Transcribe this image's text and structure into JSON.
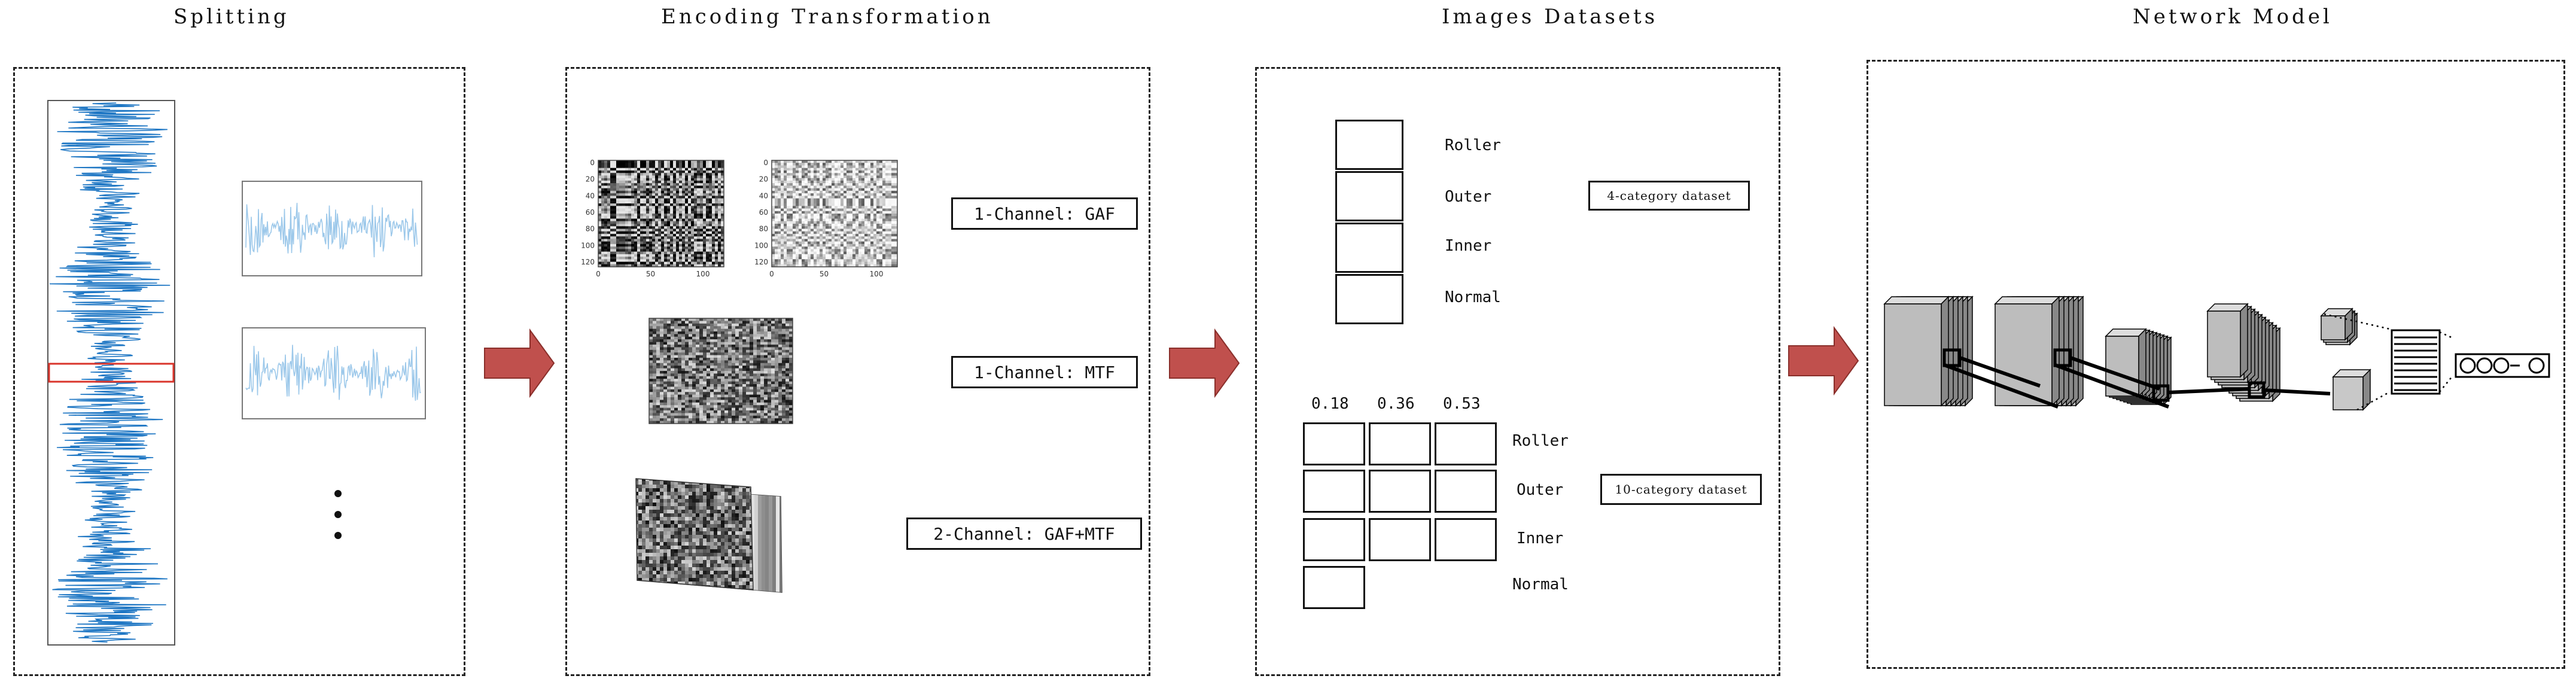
{
  "sections": {
    "splitting": "Splitting",
    "encoding": "Encoding Transformation",
    "datasets": "Images Datasets",
    "model": "Network Model"
  },
  "encoding": {
    "gaf_label": "1-Channel: GAF",
    "mtf_label": "1-Channel: MTF",
    "both_label": "2-Channel: GAF+MTF",
    "y_ticks": [
      "0",
      "20",
      "40",
      "60",
      "80",
      "100",
      "120"
    ],
    "x_ticks": [
      "0",
      "50",
      "100"
    ]
  },
  "datasets": {
    "four_classes": [
      "Roller",
      "Outer",
      "Inner",
      "Normal"
    ],
    "four_label": "4-category dataset",
    "ratios": [
      "0.18",
      "0.36",
      "0.53"
    ],
    "ten_classes": [
      "Roller",
      "Outer",
      "Inner",
      "Normal"
    ],
    "ten_label": "10-category dataset"
  },
  "colors": {
    "signal": "#1f77c4",
    "signal_light": "#9cc8ea",
    "arrow": "#c0504d",
    "highlight": "#d9342b"
  },
  "icons": [
    "right-arrow-icon",
    "ellipsis-icon"
  ]
}
